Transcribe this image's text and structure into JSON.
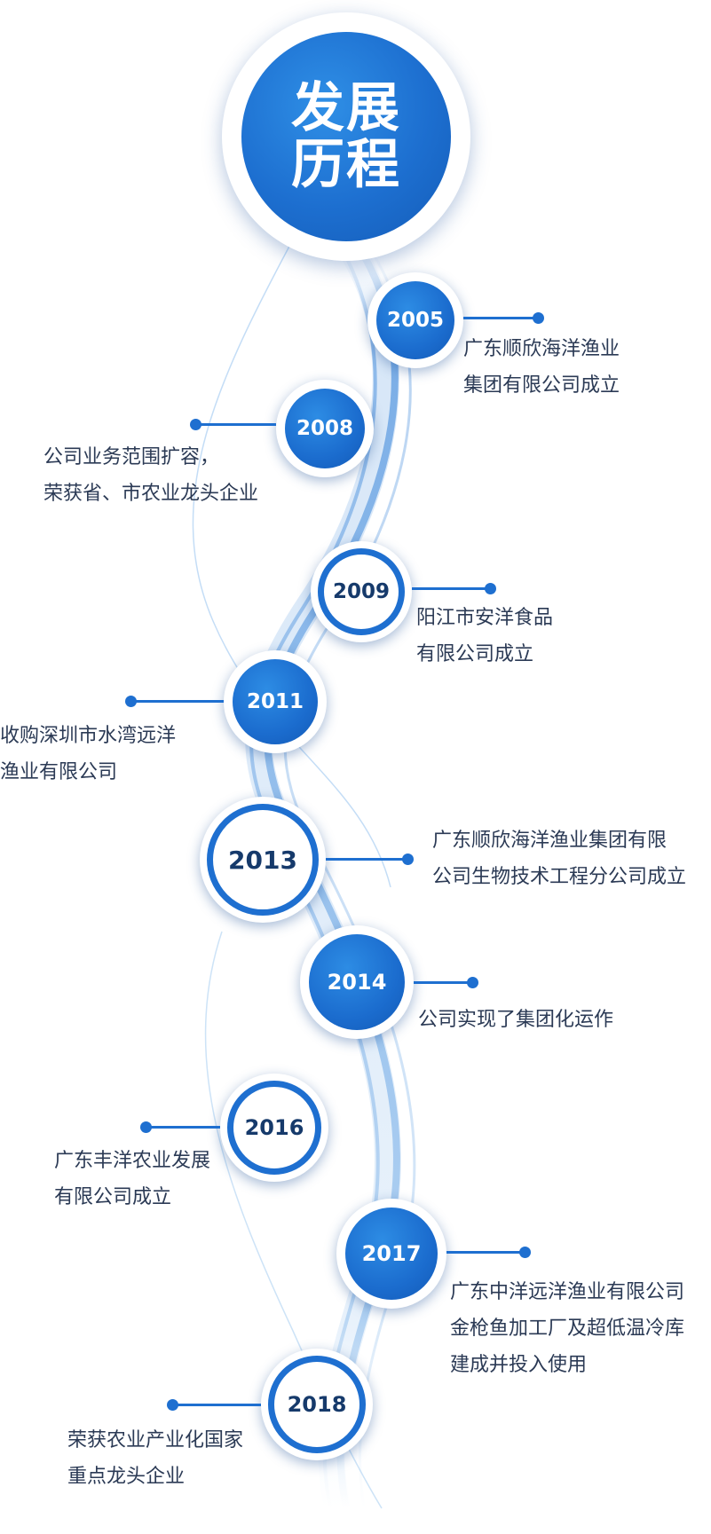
{
  "title": {
    "line1": "发展",
    "line2": "历程"
  },
  "events": [
    {
      "year": "2005",
      "lines": [
        "广东顺欣海洋渔业",
        "集团有限公司成立"
      ]
    },
    {
      "year": "2008",
      "lines": [
        "公司业务范围扩容，",
        "荣获省、市农业龙头企业"
      ]
    },
    {
      "year": "2009",
      "lines": [
        "阳江市安洋食品",
        "有限公司成立"
      ]
    },
    {
      "year": "2011",
      "lines": [
        "收购深圳市水湾远洋",
        "渔业有限公司"
      ]
    },
    {
      "year": "2013",
      "lines": [
        "广东顺欣海洋渔业集团有限",
        "公司生物技术工程分公司成立"
      ]
    },
    {
      "year": "2014",
      "lines": [
        "公司实现了集团化运作"
      ]
    },
    {
      "year": "2016",
      "lines": [
        "广东丰洋农业发展",
        "有限公司成立"
      ]
    },
    {
      "year": "2017",
      "lines": [
        "广东中洋远洋渔业有限公司",
        "金枪鱼加工厂及超低温冷库",
        "建成并投入使用"
      ]
    },
    {
      "year": "2018",
      "lines": [
        "荣获农业产业化国家",
        "重点龙头企业"
      ]
    }
  ],
  "colors": {
    "accent": "#1e6fd0",
    "text": "#2b3a55",
    "year_dark": "#163a6b"
  }
}
